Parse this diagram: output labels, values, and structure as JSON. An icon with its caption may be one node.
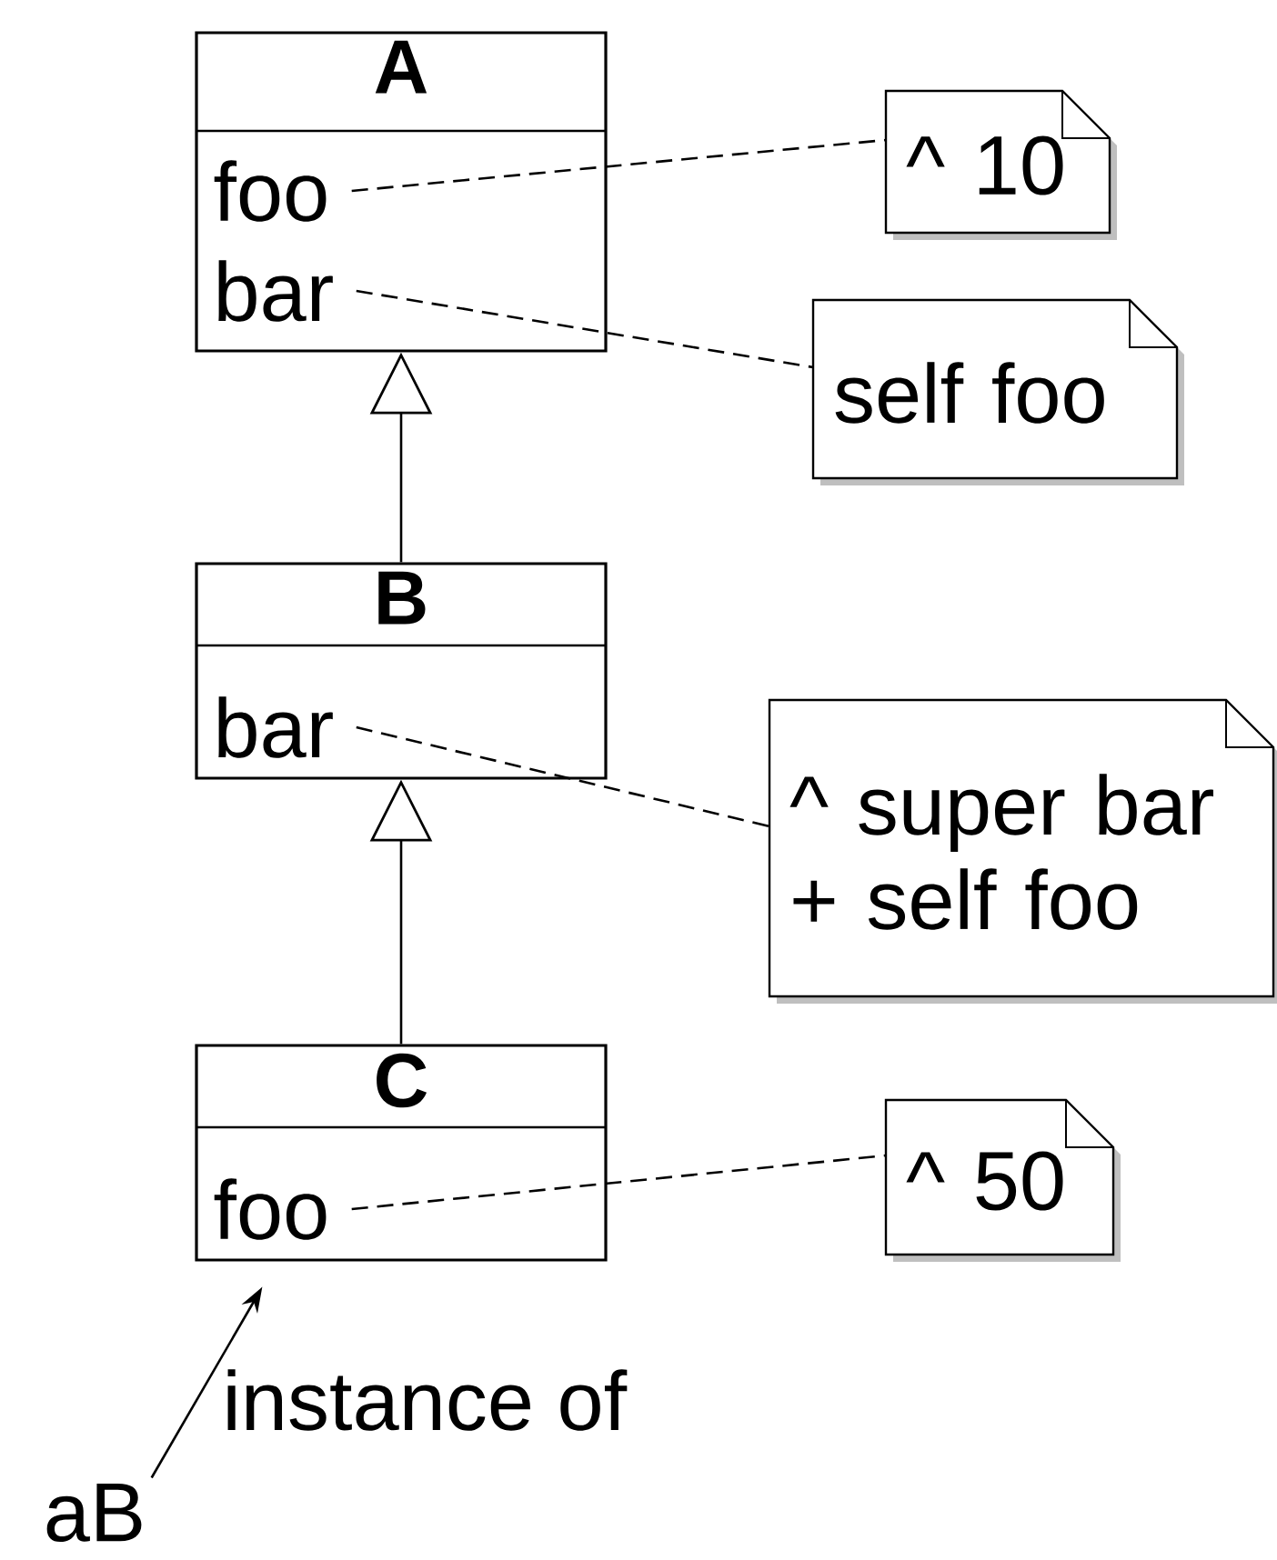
{
  "diagram": {
    "nodes": [
      {
        "text": [
          "A"
        ]
      },
      {
        "text": [
          "foo"
        ],
        "in": 0
      },
      {
        "text": [
          "bar"
        ],
        "in": 0
      },
      {
        "text": [
          "^ 10"
        ]
      },
      {
        "text": [
          "self foo"
        ]
      },
      {
        "text": [
          "B"
        ]
      },
      {
        "text": [
          "bar"
        ],
        "in": 5
      },
      {
        "text": [
          "^ super bar + self foo"
        ]
      },
      {
        "text": [
          "C"
        ]
      },
      {
        "text": [
          "foo"
        ],
        "in": 8
      },
      {
        "text": [
          "^ 50"
        ]
      },
      {
        "text": [
          "aB"
        ]
      }
    ],
    "edges": [
      {
        "from": 1,
        "to": 3,
        "arrow": "none",
        "style": "dashed"
      },
      {
        "from": 2,
        "to": 4,
        "arrow": "none",
        "style": "dashed"
      },
      {
        "from": 5,
        "to": 0,
        "arrow": "to"
      },
      {
        "from": 6,
        "to": 7,
        "arrow": "none",
        "style": "dashed"
      },
      {
        "from": 8,
        "to": 5,
        "arrow": "to"
      },
      {
        "from": 9,
        "to": 10,
        "arrow": "none",
        "style": "dashed"
      },
      {
        "from": 11,
        "to": 8,
        "arrow": "to",
        "label": "instance of"
      }
    ]
  }
}
